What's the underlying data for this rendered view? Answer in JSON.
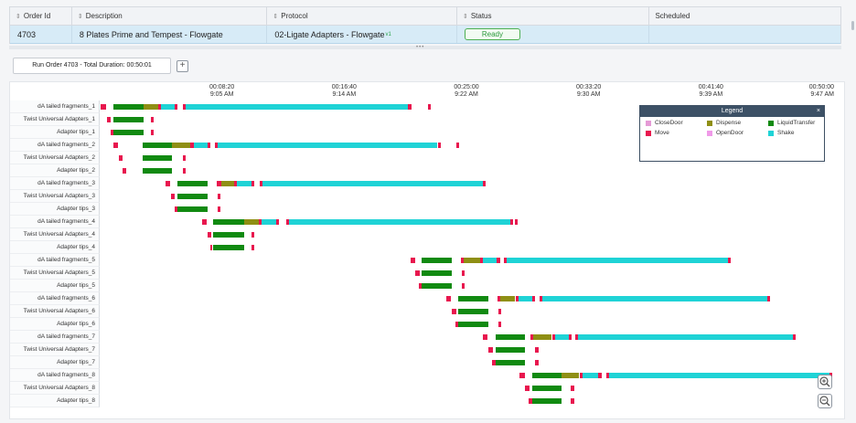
{
  "table": {
    "headers": [
      "Order Id",
      "Description",
      "Protocol",
      "Status",
      "Scheduled"
    ],
    "row": {
      "order_id": "4703",
      "description": "8 Plates Prime and Tempest - Flowgate",
      "protocol": "02-Ligate Adapters - Flowgate",
      "protocol_version": "v1",
      "status": "Ready",
      "scheduled": ""
    }
  },
  "run_button": "Run Order 4703 - Total Duration: 00:50:01",
  "axis": {
    "ticks": [
      {
        "elapsed": "00:08:20",
        "clock": "9:05 AM",
        "value": 500
      },
      {
        "elapsed": "00:16:40",
        "clock": "9:14 AM",
        "value": 1000
      },
      {
        "elapsed": "00:25:00",
        "clock": "9:22 AM",
        "value": 1500
      },
      {
        "elapsed": "00:33:20",
        "clock": "9:30 AM",
        "value": 2000
      },
      {
        "elapsed": "00:41:40",
        "clock": "9:39 AM",
        "value": 2500
      },
      {
        "elapsed": "00:50:00",
        "clock": "9:47 AM",
        "value": 3000
      }
    ]
  },
  "legend": {
    "title": "Legend",
    "close": "×",
    "items": [
      {
        "name": "CloseDoor",
        "color": "#e59ad6"
      },
      {
        "name": "Dispense",
        "color": "#8f8f14"
      },
      {
        "name": "LiquidTransfer",
        "color": "#118a11"
      },
      {
        "name": "Move",
        "color": "#e8174e"
      },
      {
        "name": "OpenDoor",
        "color": "#f09ae8"
      },
      {
        "name": "Shake",
        "color": "#1fd3d6"
      }
    ]
  },
  "rows": [
    {
      "label": "dA tailed fragments_1",
      "segments": [
        [
          5,
          25,
          "Move"
        ],
        [
          55,
          178,
          "LiquidTransfer"
        ],
        [
          178,
          240,
          "Dispense"
        ],
        [
          240,
          252,
          "Move"
        ],
        [
          252,
          306,
          "Shake"
        ],
        [
          306,
          318,
          "Move"
        ],
        [
          340,
          352,
          "Move"
        ],
        [
          352,
          1262,
          "Shake"
        ],
        [
          1262,
          1274,
          "Move"
        ],
        [
          1342,
          1354,
          "Move"
        ]
      ]
    },
    {
      "label": "Twist Universal Adapters_1",
      "segments": [
        [
          30,
          43,
          "Move"
        ],
        [
          55,
          178,
          "LiquidTransfer"
        ],
        [
          208,
          220,
          "Move"
        ]
      ]
    },
    {
      "label": "Adapter tips_1",
      "segments": [
        [
          43,
          55,
          "Move"
        ],
        [
          55,
          178,
          "LiquidTransfer"
        ],
        [
          208,
          220,
          "Move"
        ]
      ]
    },
    {
      "label": "dA tailed fragments_2",
      "segments": [
        [
          55,
          75,
          "Move"
        ],
        [
          175,
          295,
          "LiquidTransfer"
        ],
        [
          295,
          372,
          "Dispense"
        ],
        [
          372,
          384,
          "Move"
        ],
        [
          384,
          440,
          "Shake"
        ],
        [
          440,
          452,
          "Move"
        ],
        [
          470,
          482,
          "Move"
        ],
        [
          482,
          1382,
          "Shake"
        ],
        [
          1382,
          1394,
          "Move"
        ],
        [
          1458,
          1470,
          "Move"
        ]
      ]
    },
    {
      "label": "Twist Universal Adapters_2",
      "segments": [
        [
          77,
          95,
          "Move"
        ],
        [
          175,
          295,
          "LiquidTransfer"
        ],
        [
          340,
          352,
          "Move"
        ]
      ]
    },
    {
      "label": "Adapter tips_2",
      "segments": [
        [
          95,
          110,
          "Move"
        ],
        [
          175,
          295,
          "LiquidTransfer"
        ],
        [
          340,
          352,
          "Move"
        ]
      ]
    },
    {
      "label": "dA tailed fragments_3",
      "segments": [
        [
          268,
          288,
          "Move"
        ],
        [
          318,
          440,
          "LiquidTransfer"
        ],
        [
          478,
          498,
          "Move"
        ],
        [
          498,
          550,
          "Dispense"
        ],
        [
          550,
          562,
          "Move"
        ],
        [
          562,
          622,
          "Shake"
        ],
        [
          622,
          634,
          "Move"
        ],
        [
          654,
          666,
          "Move"
        ],
        [
          666,
          1567,
          "Shake"
        ],
        [
          1567,
          1579,
          "Move"
        ]
      ]
    },
    {
      "label": "Twist Universal Adapters_3",
      "segments": [
        [
          290,
          308,
          "Move"
        ],
        [
          318,
          440,
          "LiquidTransfer"
        ],
        [
          482,
          494,
          "Move"
        ]
      ]
    },
    {
      "label": "Adapter tips_3",
      "segments": [
        [
          305,
          318,
          "Move"
        ],
        [
          318,
          440,
          "LiquidTransfer"
        ],
        [
          482,
          494,
          "Move"
        ]
      ]
    },
    {
      "label": "dA tailed fragments_4",
      "segments": [
        [
          418,
          438,
          "Move"
        ],
        [
          462,
          590,
          "LiquidTransfer"
        ],
        [
          590,
          650,
          "Dispense"
        ],
        [
          650,
          662,
          "Move"
        ],
        [
          662,
          722,
          "Shake"
        ],
        [
          722,
          734,
          "Move"
        ],
        [
          762,
          774,
          "Move"
        ],
        [
          774,
          1678,
          "Shake"
        ],
        [
          1678,
          1690,
          "Move"
        ],
        [
          1698,
          1710,
          "Move"
        ]
      ]
    },
    {
      "label": "Twist Universal Adapters_4",
      "segments": [
        [
          440,
          458,
          "Move"
        ],
        [
          462,
          590,
          "LiquidTransfer"
        ],
        [
          620,
          632,
          "Move"
        ]
      ]
    },
    {
      "label": "Adapter tips_4",
      "segments": [
        [
          452,
          462,
          "Move"
        ],
        [
          462,
          590,
          "LiquidTransfer"
        ],
        [
          620,
          632,
          "Move"
        ]
      ]
    },
    {
      "label": "dA tailed fragments_5",
      "segments": [
        [
          1270,
          1290,
          "Move"
        ],
        [
          1318,
          1440,
          "LiquidTransfer"
        ],
        [
          1478,
          1488,
          "Move"
        ],
        [
          1488,
          1555,
          "Dispense"
        ],
        [
          1555,
          1567,
          "Move"
        ],
        [
          1567,
          1625,
          "Shake"
        ],
        [
          1625,
          1637,
          "Move"
        ],
        [
          1654,
          1666,
          "Move"
        ],
        [
          1666,
          2570,
          "Shake"
        ],
        [
          2570,
          2582,
          "Move"
        ]
      ]
    },
    {
      "label": "Twist Universal Adapters_5",
      "segments": [
        [
          1290,
          1308,
          "Move"
        ],
        [
          1318,
          1440,
          "LiquidTransfer"
        ],
        [
          1482,
          1494,
          "Move"
        ]
      ]
    },
    {
      "label": "Adapter tips_5",
      "segments": [
        [
          1305,
          1318,
          "Move"
        ],
        [
          1318,
          1440,
          "LiquidTransfer"
        ],
        [
          1482,
          1494,
          "Move"
        ]
      ]
    },
    {
      "label": "dA tailed fragments_6",
      "segments": [
        [
          1418,
          1438,
          "Move"
        ],
        [
          1468,
          1590,
          "LiquidTransfer"
        ],
        [
          1626,
          1638,
          "Move"
        ],
        [
          1638,
          1700,
          "Dispense"
        ],
        [
          1700,
          1712,
          "Move"
        ],
        [
          1712,
          1770,
          "Shake"
        ],
        [
          1770,
          1782,
          "Move"
        ],
        [
          1800,
          1812,
          "Move"
        ],
        [
          1812,
          2730,
          "Shake"
        ],
        [
          2730,
          2742,
          "Move"
        ]
      ]
    },
    {
      "label": "Twist Universal Adapters_6",
      "segments": [
        [
          1440,
          1458,
          "Move"
        ],
        [
          1468,
          1590,
          "LiquidTransfer"
        ],
        [
          1632,
          1644,
          "Move"
        ]
      ]
    },
    {
      "label": "Adapter tips_6",
      "segments": [
        [
          1455,
          1468,
          "Move"
        ],
        [
          1468,
          1590,
          "LiquidTransfer"
        ],
        [
          1632,
          1644,
          "Move"
        ]
      ]
    },
    {
      "label": "dA tailed fragments_7",
      "segments": [
        [
          1568,
          1588,
          "Move"
        ],
        [
          1618,
          1740,
          "LiquidTransfer"
        ],
        [
          1762,
          1774,
          "Move"
        ],
        [
          1774,
          1850,
          "Dispense"
        ],
        [
          1850,
          1862,
          "Move"
        ],
        [
          1862,
          1918,
          "Shake"
        ],
        [
          1918,
          1930,
          "Move"
        ],
        [
          1946,
          1958,
          "Move"
        ],
        [
          1958,
          2834,
          "Shake"
        ],
        [
          2834,
          2846,
          "Move"
        ]
      ]
    },
    {
      "label": "Twist Universal Adapters_7",
      "segments": [
        [
          1590,
          1608,
          "Move"
        ],
        [
          1618,
          1740,
          "LiquidTransfer"
        ],
        [
          1782,
          1794,
          "Move"
        ]
      ]
    },
    {
      "label": "Adapter tips_7",
      "segments": [
        [
          1605,
          1618,
          "Move"
        ],
        [
          1618,
          1740,
          "LiquidTransfer"
        ],
        [
          1782,
          1794,
          "Move"
        ]
      ]
    },
    {
      "label": "dA tailed fragments_8",
      "segments": [
        [
          1718,
          1738,
          "Move"
        ],
        [
          1768,
          1890,
          "LiquidTransfer"
        ],
        [
          1890,
          1962,
          "Dispense"
        ],
        [
          1962,
          1974,
          "Move"
        ],
        [
          1974,
          2040,
          "Shake"
        ],
        [
          2040,
          2052,
          "Move"
        ],
        [
          2072,
          2084,
          "Move"
        ],
        [
          2084,
          2986,
          "Shake"
        ],
        [
          2986,
          2998,
          "Move"
        ]
      ]
    },
    {
      "label": "Twist Universal Adapters_8",
      "segments": [
        [
          1740,
          1758,
          "Move"
        ],
        [
          1768,
          1890,
          "LiquidTransfer"
        ],
        [
          1928,
          1940,
          "Move"
        ]
      ]
    },
    {
      "label": "Adapter tips_8",
      "segments": [
        [
          1755,
          1768,
          "Move"
        ],
        [
          1768,
          1890,
          "LiquidTransfer"
        ],
        [
          1928,
          1940,
          "Move"
        ]
      ]
    }
  ]
}
